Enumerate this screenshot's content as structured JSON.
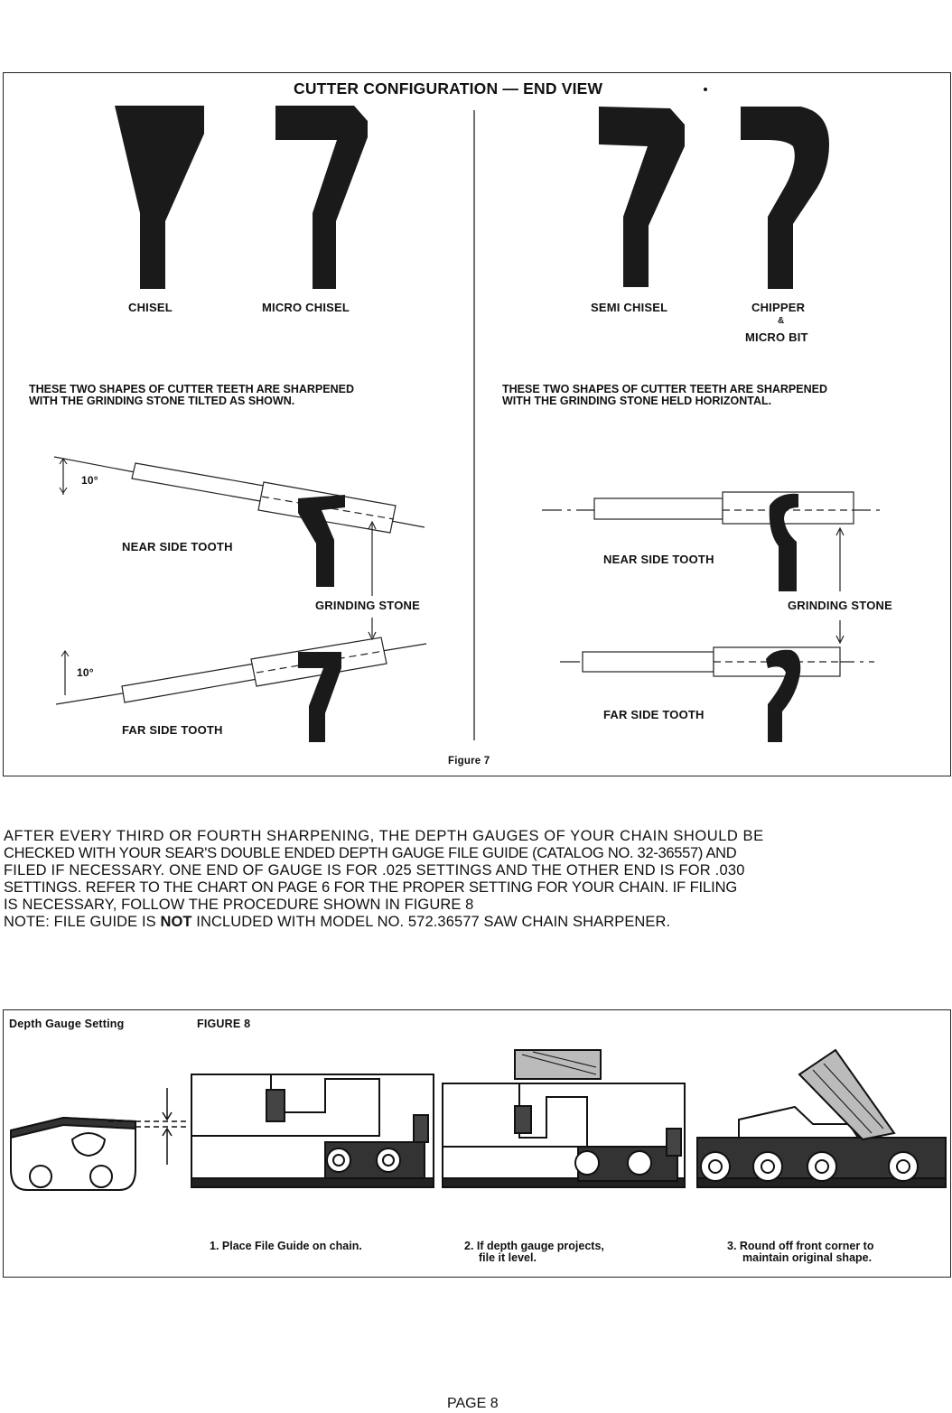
{
  "figure7": {
    "title": "CUTTER CONFIGURATION — END VIEW",
    "teeth": [
      "CHISEL",
      "MICRO CHISEL",
      "SEMI CHISEL",
      "CHIPPER",
      "&",
      "MICRO BIT"
    ],
    "left_note": [
      "THESE TWO SHAPES OF CUTTER TEETH ARE SHARPENED",
      "WITH THE GRINDING STONE TILTED AS SHOWN."
    ],
    "right_note": [
      "THESE TWO SHAPES OF CUTTER TEETH ARE SHARPENED",
      "WITH THE GRINDING STONE HELD HORIZONTAL."
    ],
    "angle": "10°",
    "near_side": "NEAR SIDE TOOTH",
    "far_side": "FAR SIDE TOOTH",
    "grinding_stone": "GRINDING STONE",
    "caption": "Figure 7"
  },
  "body": {
    "paragraph": [
      "AFTER EVERY THIRD OR FOURTH SHARPENING, THE DEPTH GAUGES OF YOUR CHAIN SHOULD BE",
      "CHECKED WITH YOUR SEAR'S DOUBLE ENDED DEPTH GAUGE FILE GUIDE (CATALOG NO. 32-36557) AND",
      "FILED IF NECESSARY. ONE END OF GAUGE IS FOR .025 SETTINGS AND THE OTHER END IS FOR .030",
      "SETTINGS. REFER TO THE CHART ON PAGE 6 FOR THE PROPER SETTING FOR YOUR CHAIN. IF FILING",
      "IS NECESSARY, FOLLOW THE PROCEDURE SHOWN IN FIGURE 8"
    ],
    "note_prefix": "NOTE: FILE GUIDE IS ",
    "note_bold": "NOT",
    "note_suffix": " INCLUDED WITH MODEL NO. 572.36577 SAW CHAIN SHARPENER."
  },
  "figure8": {
    "label": "Depth Gauge Setting",
    "title": "FIGURE 8",
    "step1": "1. Place File Guide on chain.",
    "step2": [
      "2. If depth gauge projects,",
      "file it level."
    ],
    "step3": [
      "3. Round off front corner to",
      "maintain original shape."
    ]
  },
  "footer": {
    "page": "PAGE 8"
  }
}
